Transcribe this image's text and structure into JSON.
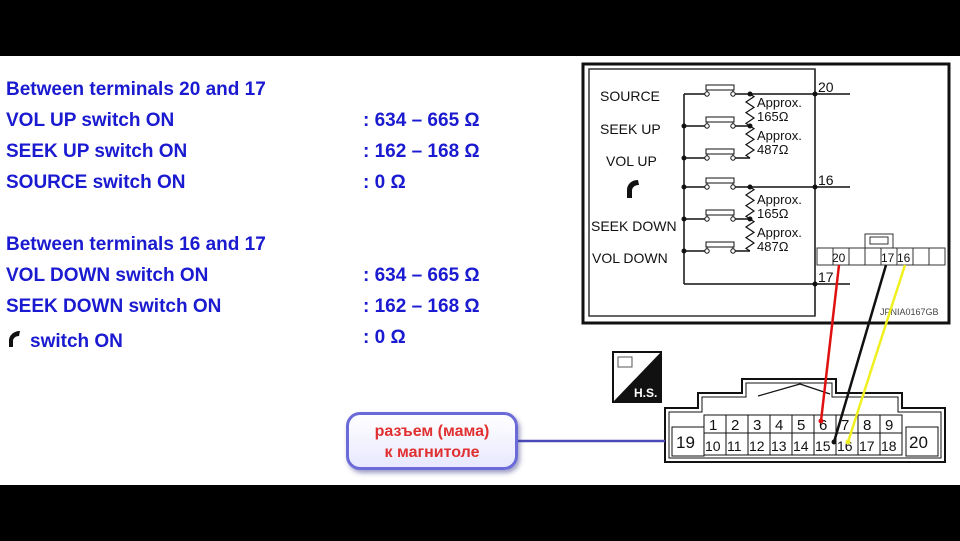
{
  "spec": {
    "group1": {
      "heading": "Between terminals 20 and 17",
      "rows": [
        {
          "label": "VOL UP switch ON",
          "value": ": 634 – 665 Ω"
        },
        {
          "label": "SEEK UP switch ON",
          "value": ": 162 – 168 Ω"
        },
        {
          "label": "SOURCE switch ON",
          "value": ": 0 Ω"
        }
      ]
    },
    "group2": {
      "heading": "Between terminals 16 and 17",
      "rows": [
        {
          "label": "VOL DOWN switch ON",
          "value": ": 634 – 665 Ω"
        },
        {
          "label": "SEEK DOWN switch ON",
          "value": ": 162 – 168 Ω"
        },
        {
          "label": "switch ON",
          "value": ": 0 Ω",
          "icon": "phone-icon"
        }
      ]
    }
  },
  "schematic": {
    "switches": [
      "SOURCE",
      "SEEK UP",
      "VOL UP",
      "phone-icon",
      "SEEK DOWN",
      "VOL DOWN"
    ],
    "resistors": [
      {
        "label1": "Approx.",
        "label2": "165Ω"
      },
      {
        "label1": "Approx.",
        "label2": "487Ω"
      },
      {
        "label1": "Approx.",
        "label2": "165Ω"
      },
      {
        "label1": "Approx.",
        "label2": "487Ω"
      }
    ],
    "terminals": {
      "t20": "20",
      "t16": "16",
      "t17": "17"
    },
    "mini_connector": {
      "pin_a": "20",
      "pin_b": "17",
      "pin_c": "16"
    },
    "code": "JPNIA0167GB"
  },
  "connector": {
    "badge": "H.S.",
    "top_row": [
      "1",
      "2",
      "3",
      "4",
      "5",
      "6",
      "7",
      "8",
      "9"
    ],
    "bottom_row": [
      "10",
      "11",
      "12",
      "13",
      "14",
      "15",
      "16",
      "17",
      "18"
    ],
    "left_pin": "19",
    "right_pin": "20"
  },
  "callout": {
    "line1": "разъем (мама)",
    "line2": "к магнитоле"
  },
  "wires": [
    {
      "color": "#e01010",
      "from": "20",
      "to": "6"
    },
    {
      "color": "#111111",
      "from": "17",
      "to": "15"
    },
    {
      "color": "#f0f020",
      "from": "16",
      "to": "16"
    }
  ]
}
